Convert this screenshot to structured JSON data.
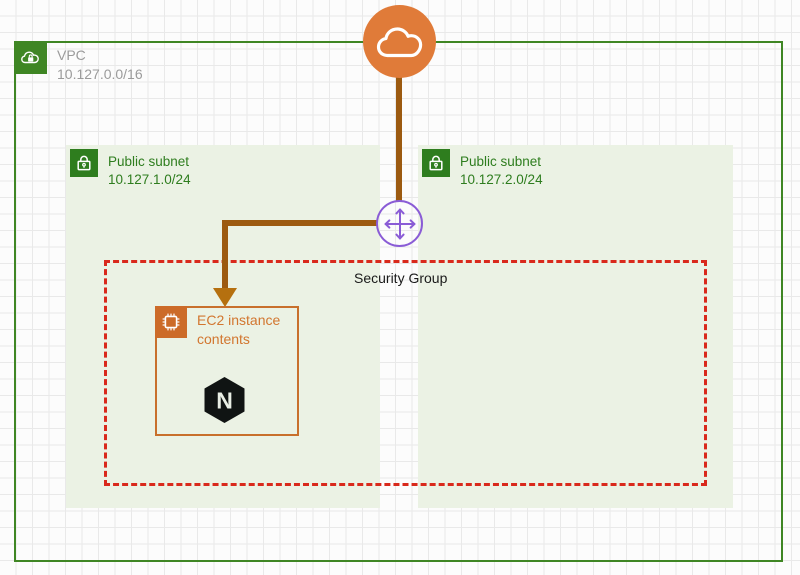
{
  "diagram": {
    "title": "AWS VPC architecture diagram",
    "vpc": {
      "icon": "vpc-cloud-lock-icon",
      "label": "VPC\n10.127.0.0/16",
      "name": "VPC",
      "cidr": "10.127.0.0/16",
      "border_color": "#3f8624"
    },
    "subnets": [
      {
        "icon": "padlock-icon",
        "label": "Public subnet\n10.127.1.0/24",
        "name": "Public subnet",
        "cidr": "10.127.1.0/24",
        "fill_color": "#ebf2e4",
        "text_color": "#2e7d1e"
      },
      {
        "icon": "padlock-icon",
        "label": "Public subnet\n10.127.2.0/24",
        "name": "Public subnet",
        "cidr": "10.127.2.0/24",
        "fill_color": "#ebf2e4",
        "text_color": "#2e7d1e"
      }
    ],
    "security_group": {
      "label": "Security Group",
      "border_color": "#d9291c",
      "border_style": "dashed"
    },
    "ec2": {
      "icon": "cpu-chip-icon",
      "label": "EC2 instance\ncontents",
      "border_color": "#c8702c",
      "text_color": "#d2762f"
    },
    "nginx": {
      "icon": "nginx-hexagon-logo",
      "letter": "N",
      "color": "#101413"
    },
    "internet_gateway": {
      "icon": "cloud-icon",
      "color": "#e07b39"
    },
    "router": {
      "icon": "router-four-way-arrow-icon",
      "color": "#8a5cd6"
    },
    "connectors": {
      "color": "#9c5a10",
      "arrow_color": "#b5700f"
    }
  }
}
